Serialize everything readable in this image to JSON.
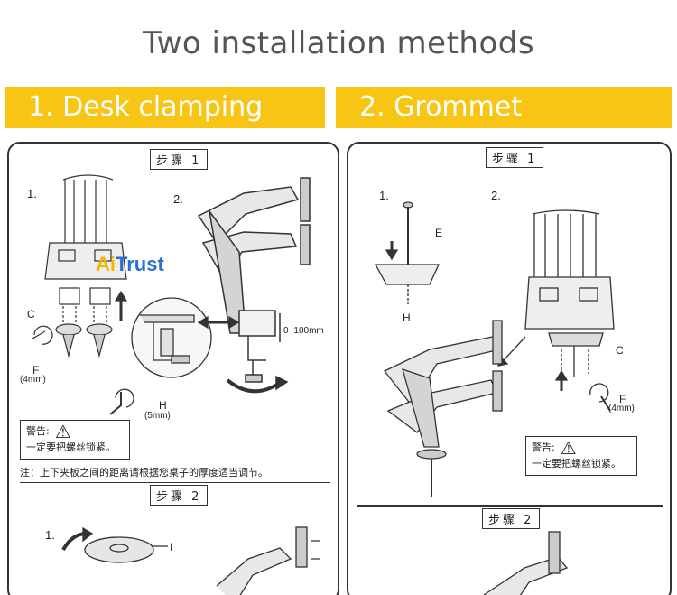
{
  "title": "Two installation methods",
  "banners": {
    "left": "1. Desk clamping",
    "right": "2. Grommet"
  },
  "left_panel": {
    "step1": "步骤 1",
    "step2": "步骤 2",
    "sub1": "1.",
    "sub2": "2.",
    "sub_step2": "1.",
    "labels": {
      "c": "C",
      "f": "F",
      "f_size": "(4mm)",
      "h": "H",
      "h_size": "(5mm)",
      "range": "0~100mm",
      "i": "I"
    },
    "warning_title": "警告:",
    "warning_text": "一定要把螺丝锁紧。",
    "note": "注：上下夹板之间的距离请根据您桌子的厚度适当调节。"
  },
  "right_panel": {
    "step1": "步骤 1",
    "step2": "步骤 2",
    "sub1": "1.",
    "sub2": "2.",
    "labels": {
      "e": "E",
      "h": "H",
      "c": "C",
      "f": "F",
      "f_size": "(4mm)"
    },
    "warning_title": "警告:",
    "warning_text": "一定要把螺丝锁紧。"
  },
  "watermark": {
    "ai": "Ai",
    "trust": "Trust"
  },
  "colors": {
    "banner": "#f9c515",
    "title": "#555555",
    "watermark_blue": "#2a6fd1",
    "watermark_yellow": "#f2b800"
  }
}
